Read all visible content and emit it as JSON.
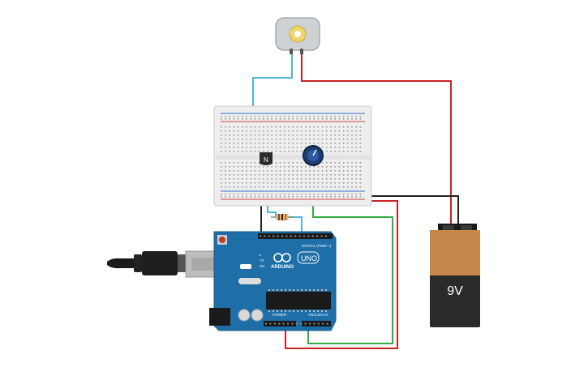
{
  "components": {
    "motor": {
      "icon": "dc-motor-icon"
    },
    "breadboard": {
      "icon": "breadboard-icon"
    },
    "transistor": {
      "marking": "N"
    },
    "potentiometer": {
      "icon": "potentiometer-knob-icon"
    },
    "resistor": {
      "icon": "resistor-icon"
    },
    "arduino": {
      "brand": "ARDUINO",
      "model": "UNO",
      "digital_header_label": "DIGITAL (PWM ~)",
      "power_label": "POWER",
      "analog_label": "ANALOG IN",
      "tx_label": "TX",
      "rx_label": "RX",
      "l_label": "L"
    },
    "usb_cable": {
      "icon": "usb-plug-icon"
    },
    "battery": {
      "label": "9V"
    }
  },
  "wire_colors": {
    "red": "#cc2222",
    "blue": "#4fb6d8",
    "green": "#33aa44",
    "black": "#222222"
  },
  "colors": {
    "arduino_board": "#1e6ea8",
    "battery_orange": "#c8874a",
    "battery_black": "#2a2a2a",
    "breadboard": "#eeeeee"
  }
}
